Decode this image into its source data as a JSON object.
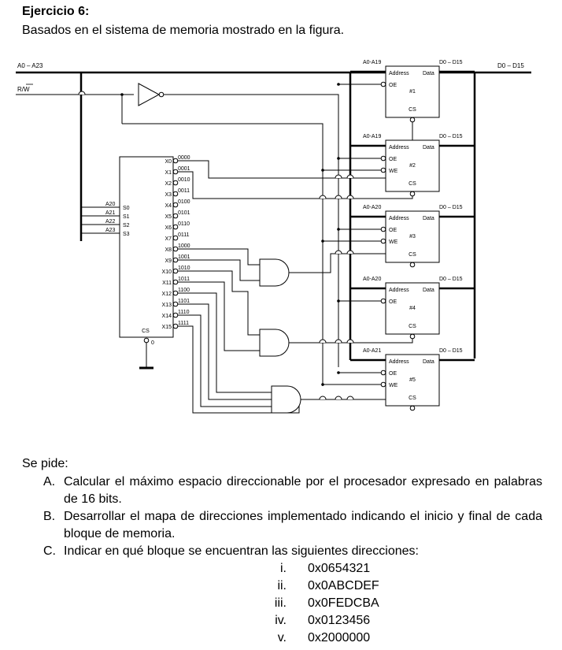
{
  "header": {
    "title": "Ejercicio 6:",
    "intro": "Basados en el sistema de memoria mostrado en la figura."
  },
  "circuit": {
    "bus_address": "A0 – A23",
    "bus_rw": "R/W",
    "bus_data": "D0 – D15",
    "decoder": {
      "inputs": [
        {
          "line": "A20",
          "pin": "S0"
        },
        {
          "line": "A21",
          "pin": "S1"
        },
        {
          "line": "A22",
          "pin": "S2"
        },
        {
          "line": "A23",
          "pin": "S3"
        }
      ],
      "outputs": [
        {
          "pin": "X0",
          "code": "0000"
        },
        {
          "pin": "X1",
          "code": "0001"
        },
        {
          "pin": "X2",
          "code": "0010"
        },
        {
          "pin": "X3",
          "code": "0011"
        },
        {
          "pin": "X4",
          "code": "0100"
        },
        {
          "pin": "X5",
          "code": "0101"
        },
        {
          "pin": "X6",
          "code": "0110"
        },
        {
          "pin": "X7",
          "code": "0111"
        },
        {
          "pin": "X8",
          "code": "1000"
        },
        {
          "pin": "X9",
          "code": "1001"
        },
        {
          "pin": "X10",
          "code": "1010"
        },
        {
          "pin": "X11",
          "code": "1011"
        },
        {
          "pin": "X12",
          "code": "1100"
        },
        {
          "pin": "X13",
          "code": "1101"
        },
        {
          "pin": "X14",
          "code": "1110"
        },
        {
          "pin": "X15",
          "code": "1111"
        }
      ],
      "cs_label": "CS",
      "cs_value": "0"
    },
    "chips": [
      {
        "id": "#1",
        "addr_bus": "A0-A19",
        "data_bus": "D0 – D15",
        "pins": [
          "OE"
        ]
      },
      {
        "id": "#2",
        "addr_bus": "A0-A19",
        "data_bus": "D0 – D15",
        "pins": [
          "OE",
          "WE"
        ]
      },
      {
        "id": "#3",
        "addr_bus": "A0-A20",
        "data_bus": "D0 – D15",
        "pins": [
          "OE",
          "WE"
        ]
      },
      {
        "id": "#4",
        "addr_bus": "A0-A20",
        "data_bus": "D0 – D15",
        "pins": [
          "OE"
        ]
      },
      {
        "id": "#5",
        "addr_bus": "A0-A21",
        "data_bus": "D0 – D15",
        "pins": [
          "OE",
          "WE"
        ]
      }
    ],
    "chip_labels": {
      "address": "Address",
      "data": "Data",
      "cs": "CS"
    }
  },
  "questions": {
    "lead": "Se pide:",
    "items": [
      {
        "letter": "A.",
        "text": "Calcular el máximo espacio direccionable por el procesador expresado en palabras de 16 bits."
      },
      {
        "letter": "B.",
        "text": "Desarrollar el mapa de direcciones implementado indicando el inicio y final de cada bloque de memoria."
      },
      {
        "letter": "C.",
        "text": "Indicar en qué bloque se encuentran las siguientes direcciones:"
      }
    ],
    "addresses": [
      {
        "n": "i.",
        "value": "0x0654321"
      },
      {
        "n": "ii.",
        "value": "0x0ABCDEF"
      },
      {
        "n": "iii.",
        "value": "0x0FEDCBA"
      },
      {
        "n": "iv.",
        "value": "0x0123456"
      },
      {
        "n": "v.",
        "value": "0x2000000"
      }
    ]
  }
}
